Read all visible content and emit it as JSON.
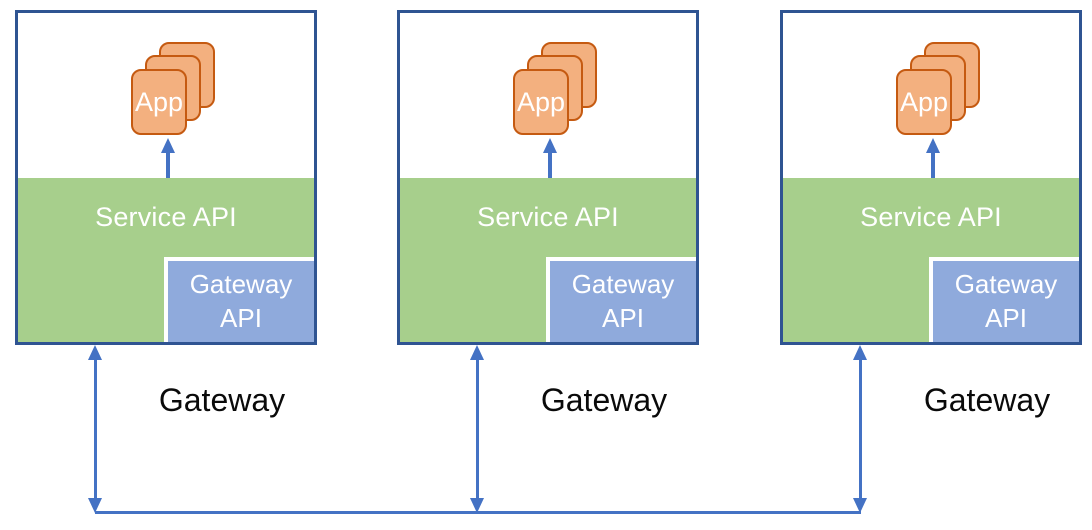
{
  "colors": {
    "background": "#FFFFFF",
    "box_border": "#2F5492",
    "service_band": "#A7CF8C",
    "gateway_box": "#8FAADC",
    "app_fill": "#F3B07F",
    "app_border": "#C55A11",
    "arrow": "#4472C4",
    "band_text": "#FFFFFF",
    "label_text": "#0A0A0A"
  },
  "icons": {
    "app_stack": "stacked-app-cards",
    "up_arrow": "arrow-up",
    "bus_arrow": "arrow-double-vertical"
  },
  "nodes": [
    {
      "app_label": "App",
      "service_api_label": "Service API",
      "gateway_api_label": "Gateway API",
      "gateway_label": "Gateway"
    },
    {
      "app_label": "App",
      "service_api_label": "Service API",
      "gateway_api_label": "Gateway API",
      "gateway_label": "Gateway"
    },
    {
      "app_label": "App",
      "service_api_label": "Service API",
      "gateway_api_label": "Gateway API",
      "gateway_label": "Gateway"
    }
  ]
}
